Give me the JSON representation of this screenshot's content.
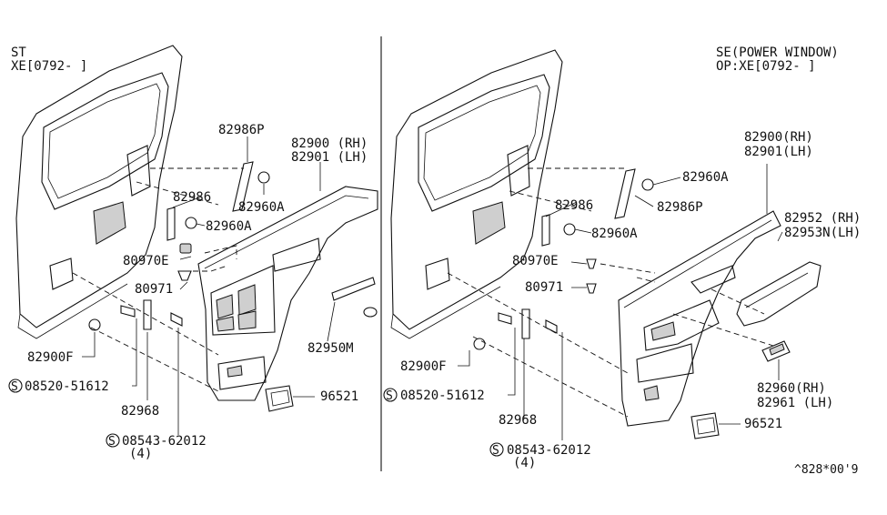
{
  "left_panel": {
    "variant_line1": "ST",
    "variant_line2": "XE[0792-   ]",
    "labels": {
      "p82986P": "82986P",
      "p82900rh": "82900 (RH)",
      "p82901lh": "82901 (LH)",
      "p82986": "82986",
      "p82960A_top": "82960A",
      "p82960A": "82960A",
      "p80970E": "80970E",
      "p80971": "80971",
      "p82900F": "82900F",
      "p82950M": "82950M",
      "p08520": "08520-51612",
      "p82968": "82968",
      "p96521": "96521",
      "p08543": "08543-62012",
      "p08543_qty": "(4)"
    }
  },
  "right_panel": {
    "variant_line1": "SE(POWER WINDOW)",
    "variant_line2": "OP:XE[0792-   ]",
    "labels": {
      "p82960A_top": "82960A",
      "p82900rh": "82900(RH)",
      "p82901lh": "82901(LH)",
      "p82986": "82986",
      "p82986P": "82986P",
      "p82952rh": "82952  (RH)",
      "p82953lh": "82953N(LH)",
      "p82960A": "82960A",
      "p80970E": "80970E",
      "p80971": "80971",
      "p82900F": "82900F",
      "p08520": "08520-51612",
      "p82968": "82968",
      "p08543": "08543-62012",
      "p08543_qty": "(4)",
      "p82960rh": "82960(RH)",
      "p82961lh": "82961 (LH)",
      "p96521": "96521"
    }
  },
  "screw_symbol": "S",
  "footer_code": "^828*00'9"
}
